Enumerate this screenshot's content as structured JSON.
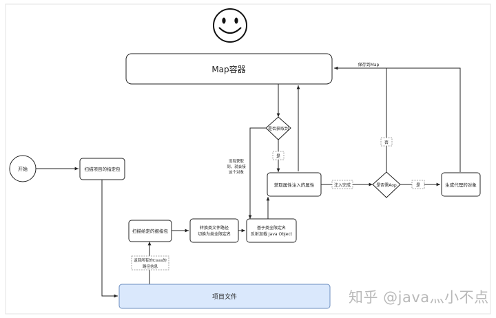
{
  "diagram": {
    "nodes": {
      "map_container": "Map容器",
      "start": "开始",
      "scan_package": "扫描项目的指定包",
      "scan_given_package": "扫描给定的报指包",
      "convert_path": [
        "转换类文件路径",
        "切换为类全限定名"
      ],
      "reflect_load": [
        "基于类全限定名",
        "反射加载 Java Object"
      ],
      "inject_attributes": "获取属性注入的属性",
      "is_obtained": "是否获取到",
      "needs_aop": "是否需Aop",
      "generate_proxy": "生成代理的对象",
      "project_files": "项目文件"
    },
    "edge_labels": {
      "yes_top": "是",
      "no_obtain": [
        "没有获取",
        "到，就会接",
        "这个对象"
      ],
      "inject_done": "注入完成",
      "no_aop": "否",
      "yes_aop": "是",
      "save_to_map": "保存到Map",
      "return_class_path": [
        "返回所有的Class的",
        "路径信息"
      ]
    }
  },
  "watermark": "知乎 @java灬小不点"
}
